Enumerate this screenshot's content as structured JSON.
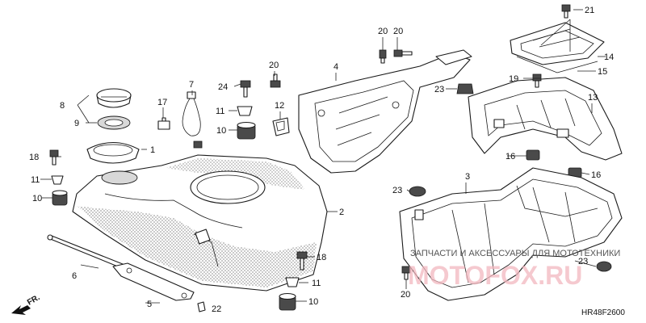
{
  "callouts": {
    "c1": "1",
    "c2": "2",
    "c3": "3",
    "c4": "4",
    "c5": "5",
    "c6": "6",
    "c7": "7",
    "c8": "8",
    "c9": "9",
    "c10a": "10",
    "c10b": "10",
    "c10c": "10",
    "c11a": "11",
    "c11b": "11",
    "c11c": "11",
    "c12": "12",
    "c13": "13",
    "c14": "14",
    "c15": "15",
    "c16a": "16",
    "c16b": "16",
    "c17": "17",
    "c18a": "18",
    "c18b": "18",
    "c19": "19",
    "c20a": "20",
    "c20b": "20",
    "c20c": "20",
    "c20d": "20",
    "c21": "21",
    "c22": "22",
    "c23a": "23",
    "c23b": "23",
    "c23c": "23",
    "c24": "24"
  },
  "front_marker": "FR.",
  "diagram_code": "HR48F2600",
  "watermark": {
    "caption": "ЗАПЧАСТИ И АКСЕССУАРЫ ДЛЯ МОТОТЕХНИКИ",
    "logo": "MOTOFOX.RU"
  }
}
